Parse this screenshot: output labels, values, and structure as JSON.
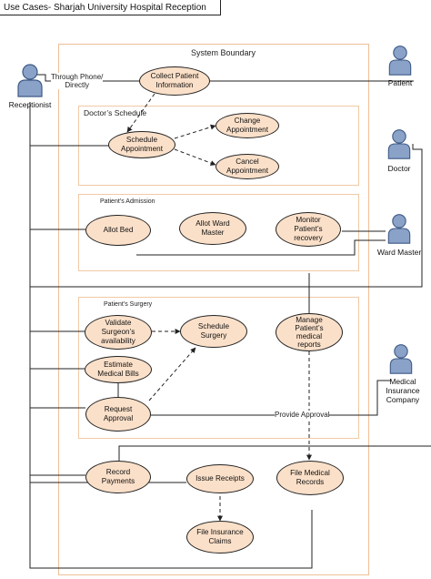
{
  "title": "Use Cases- Sharjah University Hospital Reception",
  "boundary_title": "System Boundary",
  "groups": {
    "doctors_schedule": "Doctor’s Schedule",
    "admission": "Patient’s Admission",
    "surgery": "Patient’s Surgery"
  },
  "actors": {
    "receptionist": "Receptionist",
    "patient": "Patient",
    "doctor": "Doctor",
    "ward_master": "Ward Master",
    "insurance": "Medical\nInsurance\nCompany"
  },
  "use_cases": {
    "collect": "Collect Patient\nInformation",
    "schedule": "Schedule\nAppointment",
    "change": "Change\nAppointment",
    "cancel": "Cancel\nAppointment",
    "allot_bed": "Allot Bed",
    "allot_ward": "Allot Ward\nMaster",
    "monitor": "Monitor\nPatient’s\nrecovery",
    "validate": "Validate\nSurgeon’s\navailability",
    "schedule_surgery": "Schedule\nSurgery",
    "manage_records": "Manage\nPatient’s\nmedical\nreports",
    "estimate": "Estimate\nMedical Bills",
    "request": "Request\nApproval",
    "record_payments": "Record\nPayments",
    "issue_receipts": "Issue Receipts",
    "file_records": "File Medical\nRecords",
    "file_claims": "File Insurance\nClaims"
  },
  "edge_labels": {
    "through_phone": "Through Phone/\nDirectly",
    "provide_approval": "Provide Approval"
  },
  "colors": {
    "usecase_fill": "#fbe0c9",
    "boundary": "#f1c9a5",
    "actor_fill": "#8aa2c8",
    "actor_stroke": "#3d5a86"
  }
}
